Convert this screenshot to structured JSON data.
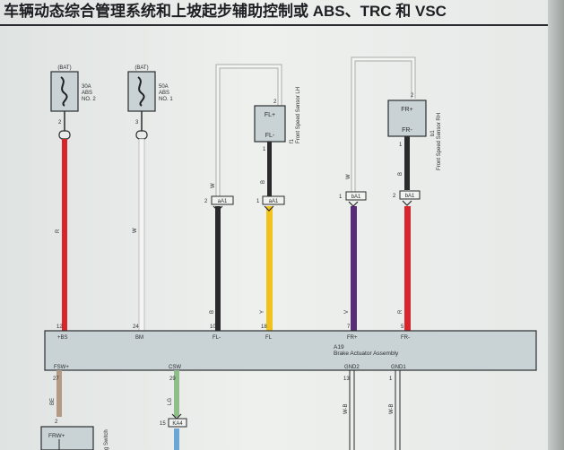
{
  "title": "车辆动态综合管理系统和上坡起步辅助控制或 ABS、TRC 和 VSC",
  "fuses": [
    {
      "source": "(BAT)",
      "line1": "30A",
      "line2": "ABS",
      "line3": "NO. 2"
    },
    {
      "source": "(BAT)",
      "line1": "50A",
      "line2": "ABS",
      "line3": "NO. 1"
    }
  ],
  "fuse_pins": [
    "2",
    "3"
  ],
  "wire_colors": {
    "w1": "R",
    "w2": "W",
    "w3": "W",
    "w4": "B",
    "w5": "B",
    "w6": "Y",
    "w7": "W",
    "w8": "V",
    "w9": "B",
    "w10": "R",
    "w11": "BE",
    "w12": "LG",
    "w13": "W-B",
    "w14": "W-B"
  },
  "sensor_lh": {
    "top": "FL+",
    "bottom": "FL-",
    "pin_top": "2",
    "pin_bottom": "1",
    "id": "f1",
    "name": "Front Speed Sensor LH"
  },
  "sensor_rh": {
    "top": "FR+",
    "bottom": "FR-",
    "pin_top": "2",
    "pin_bottom": "1",
    "id": "b1",
    "name": "Front Speed Sensor RH"
  },
  "connectors": [
    {
      "pin": "2",
      "label": "aA1"
    },
    {
      "pin": "1",
      "label": "aA1"
    },
    {
      "pin": "1",
      "label": "bA1"
    },
    {
      "pin": "2",
      "label": "bA1"
    }
  ],
  "module": {
    "id": "A19",
    "name": "Brake Actuator Assembly",
    "top_pins": [
      {
        "num": "12",
        "label": "+BS"
      },
      {
        "num": "24",
        "label": "BM"
      },
      {
        "num": "10",
        "label": "FL-"
      },
      {
        "num": "18",
        "label": "FL"
      },
      {
        "num": "7",
        "label": "FR+"
      },
      {
        "num": "5",
        "label": "FR-"
      }
    ],
    "bottom_pins": [
      {
        "num": "27",
        "label": "FSW+"
      },
      {
        "num": "29",
        "label": "CSW"
      },
      {
        "num": "13",
        "label": "GND2"
      },
      {
        "num": "1",
        "label": "GND1"
      }
    ]
  },
  "lower_connector": {
    "pin": "15",
    "label": "KA4"
  },
  "lower_pin": "2",
  "lower_box": "FRW+",
  "side_text": "g Switch",
  "colors": {
    "red": "#d8242b",
    "white": "#f4f5f2",
    "black": "#2a2a2c",
    "yellow": "#f2c21c",
    "violet": "#5a2c78",
    "tan": "#b49a82",
    "green": "#8fbe8a",
    "blue": "#6aa6d6",
    "ink": "#2b2e31",
    "box": "#c9d2d5"
  }
}
